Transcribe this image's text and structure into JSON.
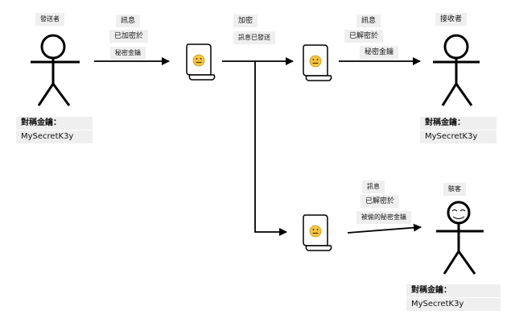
{
  "sender": {
    "role": "發送者",
    "key_label": "對稱金鑰：",
    "key_value": "MySecretK3y",
    "message_labels": [
      "訊息",
      "已加密於",
      "秘密金鑰"
    ]
  },
  "encrypt_step": {
    "title": "加密",
    "subtitle": "訊息已發送"
  },
  "receiver": {
    "role": "接收者",
    "key_label": "對稱金鑰：",
    "key_value": "MySecretK3y",
    "message_labels": [
      "訊息",
      "已解密於",
      "秘密金鑰"
    ]
  },
  "attacker": {
    "role": "駭客",
    "key_label": "對稱金鑰：",
    "key_value": "MySecretK3y",
    "message_labels": [
      "訊息",
      "已解密於",
      "被偷的秘密金鑰"
    ]
  },
  "icons": {
    "document": "scroll-icon",
    "emoji": "zipper-mouth-face-icon",
    "person": "stick-figure-icon",
    "attacker_face": "smirking-face-icon"
  },
  "colors": {
    "label_bg": "#efefef",
    "line": "#000000",
    "emoji_yellow": "#f5c542"
  }
}
